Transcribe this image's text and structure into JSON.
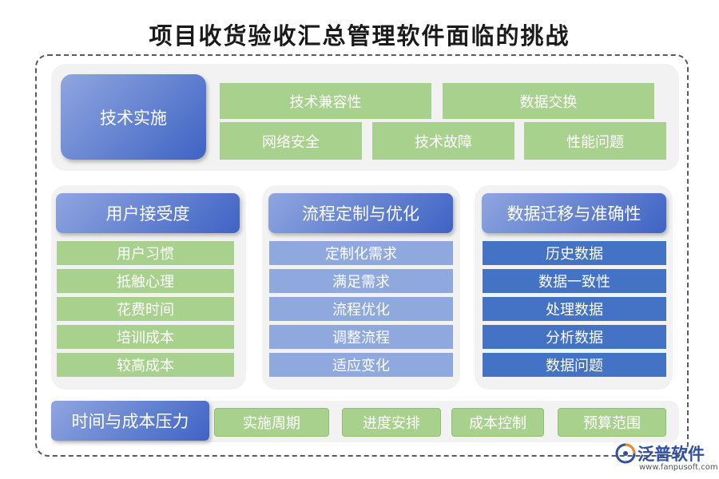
{
  "title": "项目收货验收汇总管理软件面临的挑战",
  "tech": {
    "header": "技术实施",
    "items": [
      "技术兼容性",
      "数据交换",
      "网络安全",
      "技术故障",
      "性能问题"
    ]
  },
  "columns": [
    {
      "header": "用户接受度",
      "items": [
        "用户习惯",
        "抵触心理",
        "花费时间",
        "培训成本",
        "较高成本"
      ]
    },
    {
      "header": "流程定制与优化",
      "items": [
        "定制化需求",
        "满足需求",
        "流程优化",
        "调整流程",
        "适应变化"
      ]
    },
    {
      "header": "数据迁移与准确性",
      "items": [
        "历史数据",
        "数据一致性",
        "处理数据",
        "分析数据",
        "数据问题"
      ]
    }
  ],
  "cost": {
    "header": "时间与成本压力",
    "items": [
      "实施周期",
      "进度安排",
      "成本控制",
      "预算范围"
    ]
  },
  "logo": {
    "brand": "泛普软件",
    "url": "www.fanpusoft.com"
  },
  "colors": {
    "green": "#a9d18e",
    "light_blue": "#8fa9df",
    "dark_blue": "#4472c4",
    "header_blue": "#5a7ed0"
  }
}
